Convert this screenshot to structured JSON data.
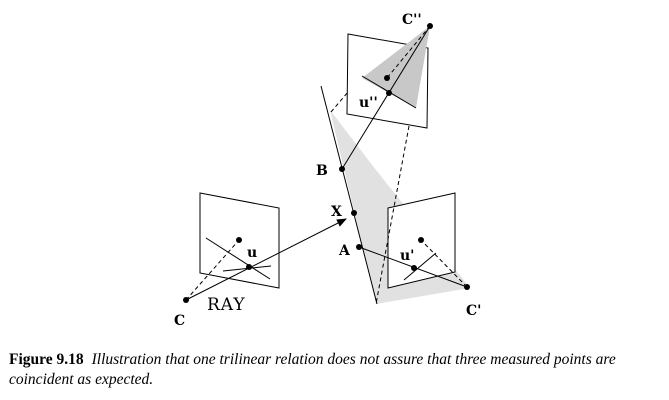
{
  "labels": {
    "C": "C",
    "C_prime": "C'",
    "C_double_prime": "C''",
    "u": "u",
    "u_prime": "u'",
    "u_double_prime": "u''",
    "X": "X",
    "A": "A",
    "B": "B",
    "RAY": "RAY"
  },
  "caption": {
    "figure_number": "Figure 9.18",
    "text": "Illustration that one trilinear relation does not assure that three measured points are coincident as expected."
  }
}
